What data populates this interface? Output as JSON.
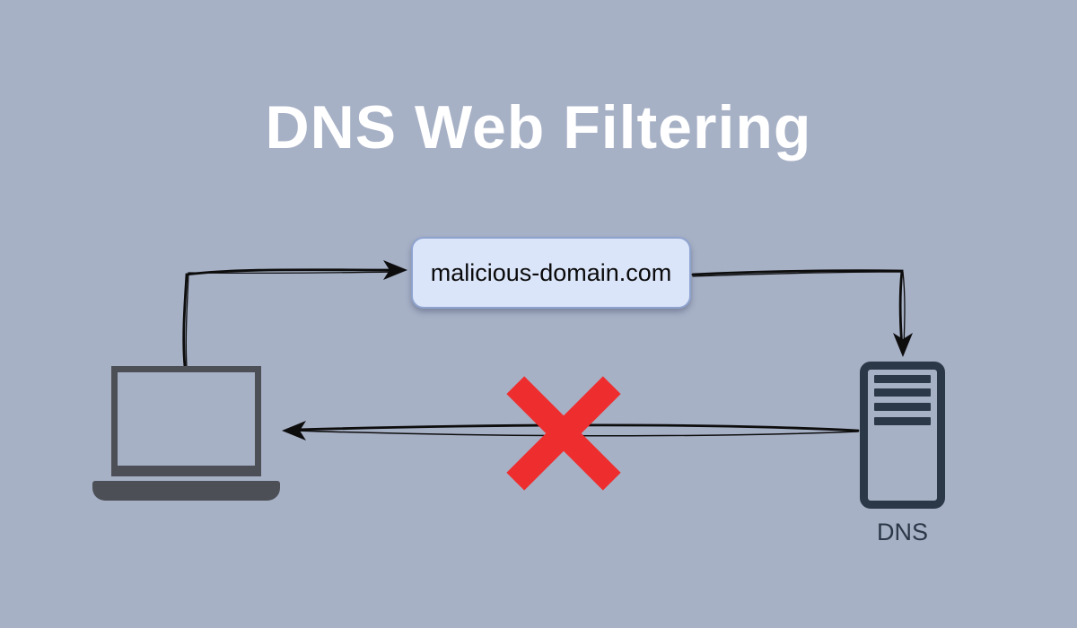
{
  "title": "DNS Web Filtering",
  "colors": {
    "background": "#a7b1c6",
    "title-text": "#ffffff",
    "box-fill": "#dbe5f9",
    "box-border": "#8fa3cf",
    "box-text": "#0a0a0a",
    "device": "#4c4f55",
    "server": "#2b3848",
    "arrow": "#0d0d0d",
    "blocked": "#ee2e2e"
  },
  "diagram": {
    "domain_box": {
      "label": "malicious-domain.com"
    },
    "client": {
      "icon": "laptop-icon"
    },
    "dns_server": {
      "icon": "server-icon",
      "label": "DNS"
    },
    "blocked": {
      "icon": "blocked-x-icon"
    },
    "arrows": [
      {
        "name": "client-to-domain-request"
      },
      {
        "name": "domain-to-dns-lookup"
      },
      {
        "name": "dns-to-client-blocked-response"
      }
    ]
  }
}
